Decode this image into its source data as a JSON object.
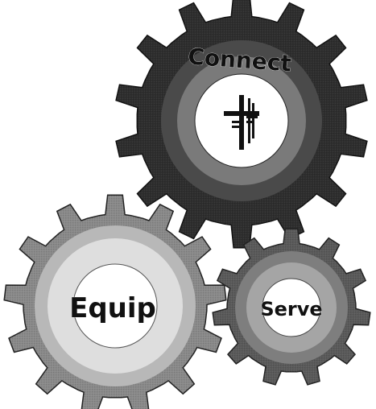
{
  "gears": {
    "top": {
      "label": "Connect",
      "center_icon": "cross-icon",
      "colors": {
        "outer": "#2e2e2e",
        "mid": "#4a4a4a",
        "inner": "#7a7a7a",
        "hub": "#ffffff"
      }
    },
    "left": {
      "label": "Equip",
      "colors": {
        "outer": "#8a8a8a",
        "mid": "#b8b8b8",
        "inner": "#dedede",
        "hub": "#ffffff"
      }
    },
    "right": {
      "label": "Serve",
      "colors": {
        "outer": "#5a5a5a",
        "mid": "#7e7e7e",
        "inner": "#a5a5a5",
        "hub": "#ffffff"
      }
    }
  }
}
